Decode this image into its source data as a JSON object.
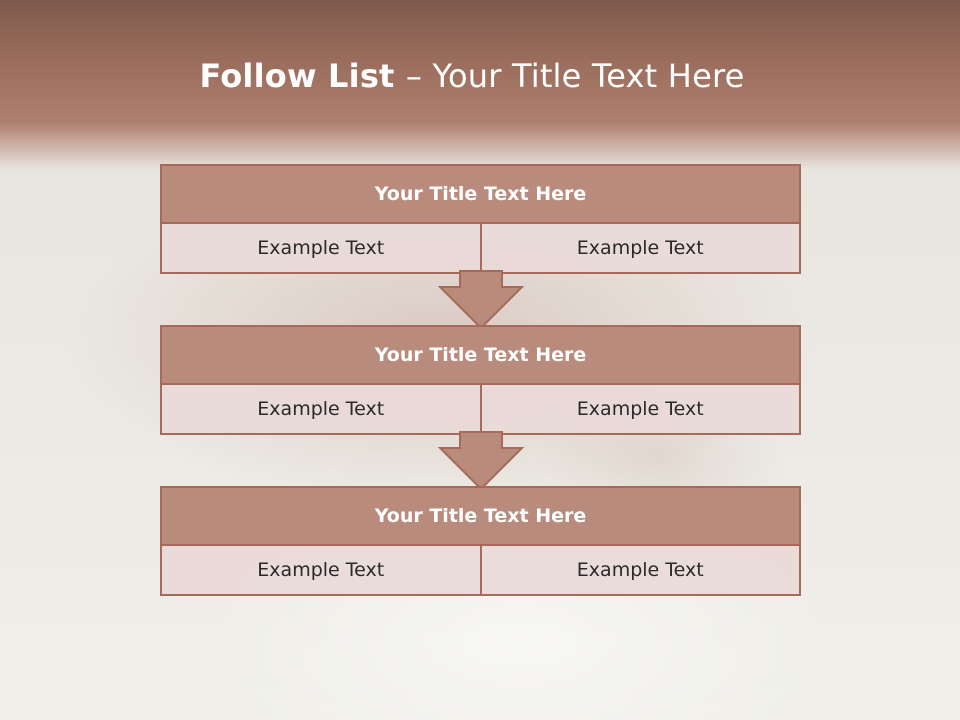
{
  "slide": {
    "title_bold": "Follow List ",
    "title_rest": " – Your Title Text Here"
  },
  "steps": [
    {
      "title": "Your Title Text Here",
      "left": "Example Text",
      "right": "Example Text"
    },
    {
      "title": "Your Title Text Here",
      "left": "Example Text",
      "right": "Example Text"
    },
    {
      "title": "Your Title Text Here",
      "left": "Example Text",
      "right": "Example Text"
    }
  ],
  "colors": {
    "header_band": "#9c6e5e",
    "box_title_fill": "#b88b7c",
    "box_border": "#a6695a",
    "cell_fill": "#e9dad8",
    "arrow_fill": "#b88b7c"
  },
  "icons": [
    "down-arrow-icon"
  ]
}
